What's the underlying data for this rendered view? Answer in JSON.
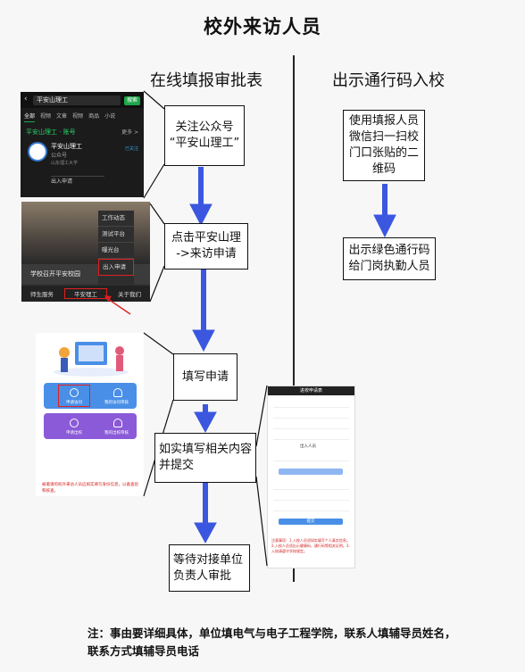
{
  "title": "校外来访人员",
  "left_heading": "在线填报审批表",
  "right_heading": "出示通行码入校",
  "left_steps": [
    "关注公众号\n“平安山理工”",
    "点击平安山理\n->来访申请",
    "填写申请",
    "如实填写相关内容\n并提交",
    "等待对接单位\n负责人审批"
  ],
  "right_steps": [
    "使用填报人员\n微信扫一扫校\n门口张贴的二\n维码",
    "出示绿色通行码\n给门岗执勤人员"
  ],
  "note": "注：事由要详细具体，单位填电气与电子工程学院，联系人填辅导员姓名，联系方式填辅导员电话",
  "screenshot1": {
    "search_text": "平安山理工",
    "search_btn": "搜索",
    "tabs": [
      "全部",
      "视频",
      "文章",
      "视频",
      "商品",
      "小说"
    ],
    "account_label": "平安山理工 · 账号",
    "more": "更多 >",
    "account_name": "平安山理工",
    "account_type": "公众号",
    "account_desc": "山东理工大学",
    "follow": "已关注",
    "entry": "出入申请"
  },
  "screenshot2": {
    "menu_items": [
      "工作动态",
      "测试平台",
      "曝光台",
      "出入申请"
    ],
    "banner": "学校召开平安校园",
    "bottom_tabs": [
      "师生服务",
      "平安理工",
      "关于我们"
    ]
  },
  "screenshot3": {
    "card1_left": "申请访问",
    "card1_right": "我的访问审核",
    "card2_left": "申请出校",
    "card2_right": "我的出校审核",
    "red_note": "被邀请的校外来访人员应如实填写身份信息，以备查验和核查。"
  },
  "screenshot4": {
    "header": "进校申请表",
    "section": "出入人员",
    "submit": "提交",
    "notice": "注意事项：1.入校人员须如实填写个人真实信息。2.入校人员须出示健康码、通行码等相关证明。3.入校请遵守学校规定。"
  },
  "colors": {
    "arrow": "#3b57e0",
    "highlight": "#e02020",
    "card_blue": "#4a8fe7",
    "card_purple": "#8b5ad8"
  }
}
